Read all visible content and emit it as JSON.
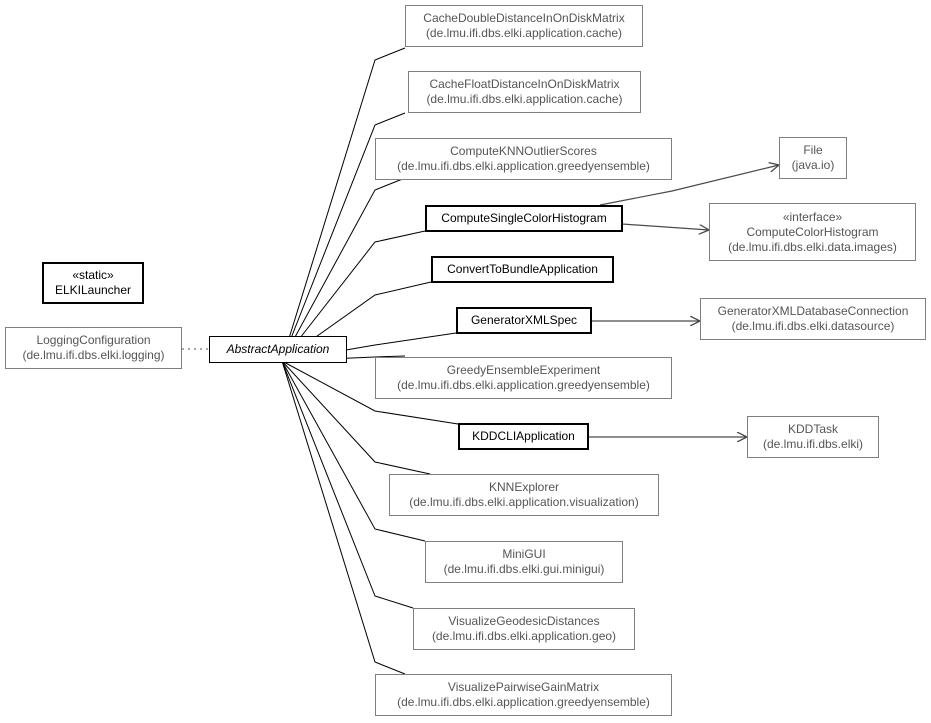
{
  "diagram": {
    "nodes": [
      {
        "id": "cache-double",
        "title": "CacheDoubleDistanceInOnDiskMatrix",
        "package": "(de.lmu.ifi.dbs.elki.application.cache)"
      },
      {
        "id": "cache-float",
        "title": "CacheFloatDistanceInOnDiskMatrix",
        "package": "(de.lmu.ifi.dbs.elki.application.cache)"
      },
      {
        "id": "compute-knn",
        "title": "ComputeKNNOutlierScores",
        "package": "(de.lmu.ifi.dbs.elki.application.greedyensemble)"
      },
      {
        "id": "compute-histogram",
        "title": "ComputeSingleColorHistogram"
      },
      {
        "id": "convert-bundle",
        "title": "ConvertToBundleApplication"
      },
      {
        "id": "generator-spec",
        "title": "GeneratorXMLSpec"
      },
      {
        "id": "greedy-experiment",
        "title": "GreedyEnsembleExperiment",
        "package": "(de.lmu.ifi.dbs.elki.application.greedyensemble)"
      },
      {
        "id": "kddcli",
        "title": "KDDCLIApplication"
      },
      {
        "id": "knn-explorer",
        "title": "KNNExplorer",
        "package": "(de.lmu.ifi.dbs.elki.application.visualization)"
      },
      {
        "id": "minigui",
        "title": "MiniGUI",
        "package": "(de.lmu.ifi.dbs.elki.gui.minigui)"
      },
      {
        "id": "visualize-geodesic",
        "title": "VisualizeGeodesicDistances",
        "package": "(de.lmu.ifi.dbs.elki.application.geo)"
      },
      {
        "id": "visualize-gain",
        "title": "VisualizePairwiseGainMatrix",
        "package": "(de.lmu.ifi.dbs.elki.application.greedyensemble)"
      },
      {
        "id": "file",
        "title": "File",
        "package": "(java.io)"
      },
      {
        "id": "compute-color-histogram",
        "stereotype": "«interface»",
        "title": "ComputeColorHistogram",
        "package": "(de.lmu.ifi.dbs.elki.data.images)"
      },
      {
        "id": "generator-db",
        "title": "GeneratorXMLDatabaseConnection",
        "package": "(de.lmu.ifi.dbs.elki.datasource)"
      },
      {
        "id": "kddtask",
        "title": "KDDTask",
        "package": "(de.lmu.ifi.dbs.elki)"
      },
      {
        "id": "elki-launcher",
        "stereotype": "«static»",
        "title": "ELKILauncher"
      },
      {
        "id": "logging-config",
        "title": "LoggingConfiguration",
        "package": "(de.lmu.ifi.dbs.elki.logging)"
      },
      {
        "id": "abstract-application",
        "title": "AbstractApplication"
      }
    ]
  }
}
